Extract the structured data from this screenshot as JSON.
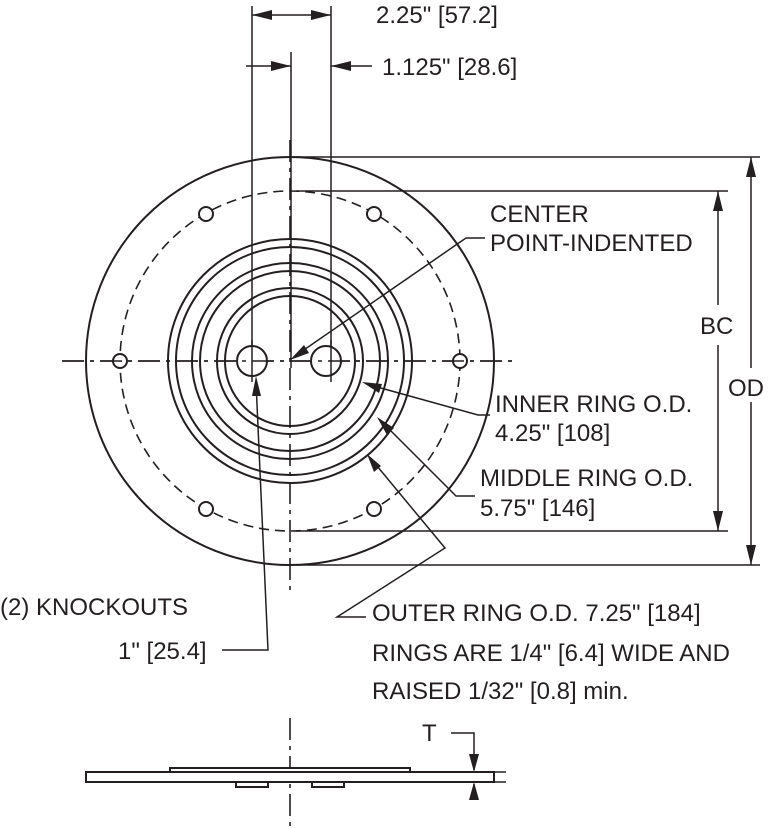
{
  "dimensions": {
    "hole_spacing": "2.25\" [57.2]",
    "half_spacing": "1.125\" [28.6]",
    "bolt_circle": "BC",
    "outside_diameter": "OD",
    "thickness": "T"
  },
  "callouts": {
    "center_line1": "CENTER",
    "center_line2": "POINT-INDENTED",
    "inner_line1": "INNER RING O.D.",
    "inner_line2": "4.25\" [108]",
    "middle_line1": "MIDDLE RING O.D.",
    "middle_line2": "5.75\" [146]",
    "knockouts_line1": "(2) KNOCKOUTS",
    "knockouts_line2": "1\" [25.4]",
    "outer_line1": "OUTER RING O.D. 7.25\" [184]",
    "outer_line2": "RINGS ARE 1/4\" [6.4] WIDE AND",
    "outer_line3": "RAISED 1/32\" [0.8] min."
  }
}
